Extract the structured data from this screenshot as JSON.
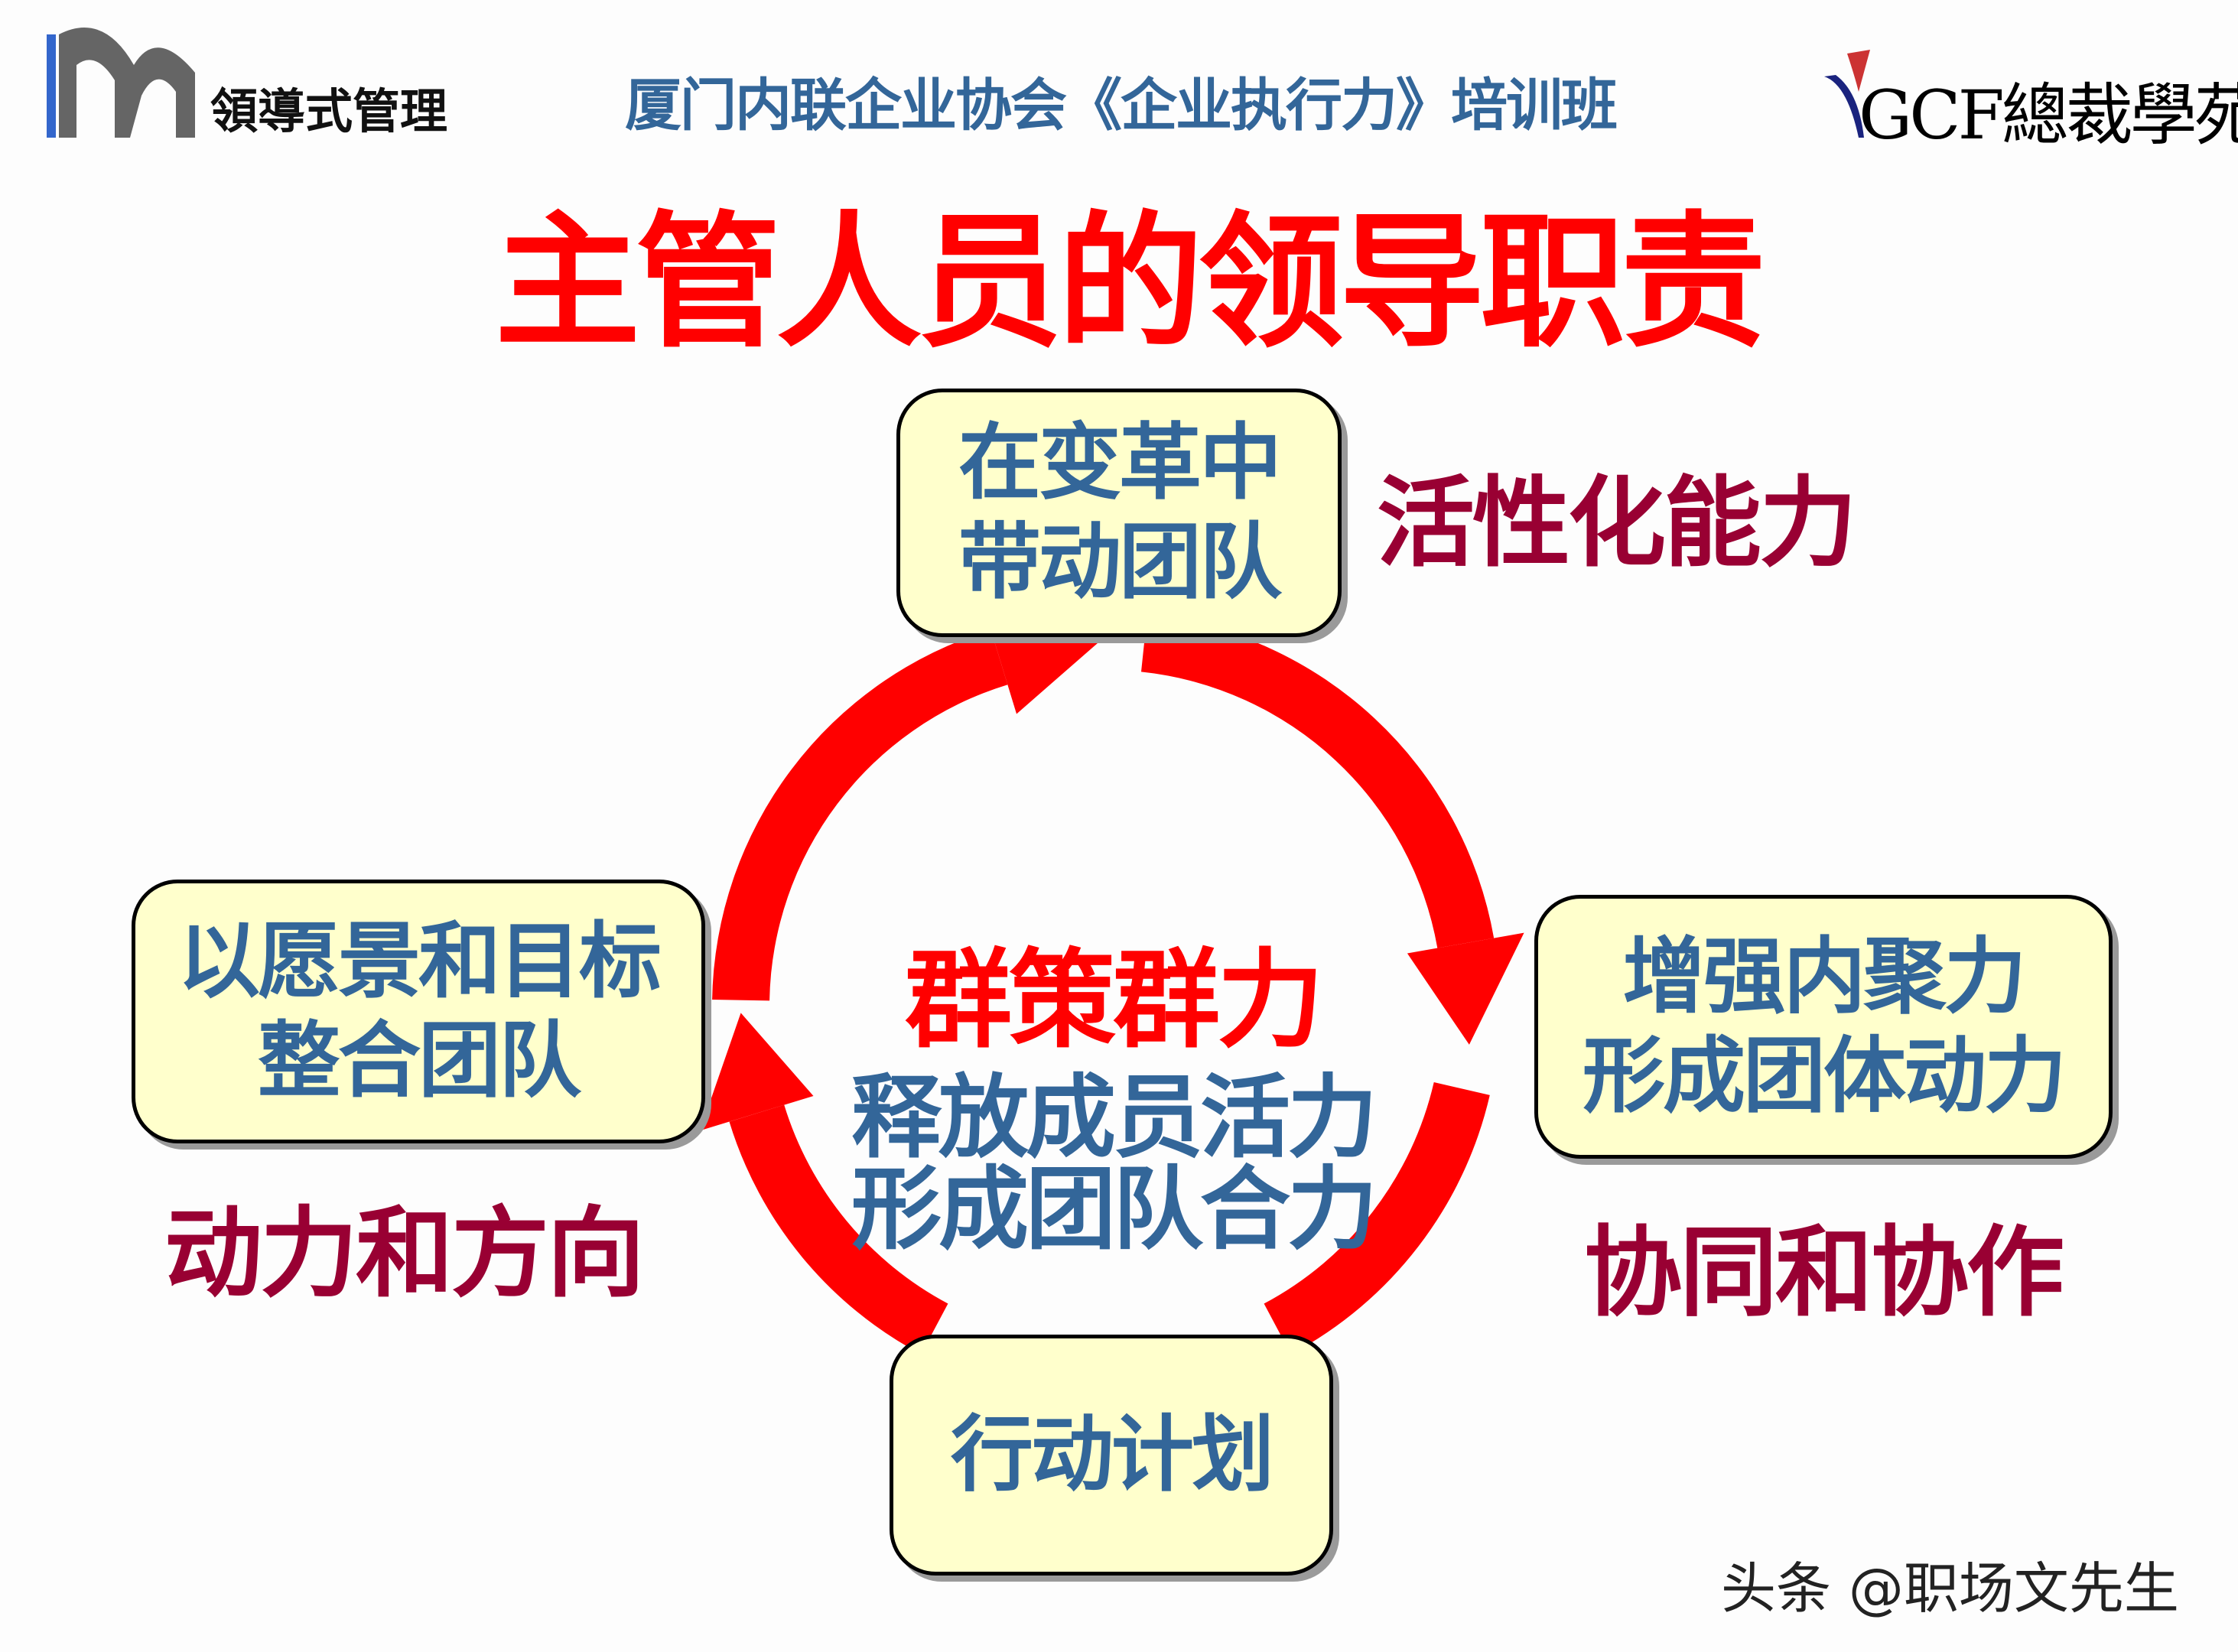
{
  "header": {
    "left_logo": {
      "text": "領導式管理",
      "colors": [
        "#3366cc",
        "#555555"
      ]
    },
    "title": "厦门内联企业协会《企业执行力》培训班",
    "right_logo": {
      "text": "GCF總裁學苑",
      "colors": [
        "#cc3333",
        "#1a237e",
        "#000000"
      ]
    }
  },
  "main_title": "主管人员的领导职责",
  "boxes": {
    "top": {
      "line1": "在变革中",
      "line2": "带动团队"
    },
    "left": {
      "line1": "以愿景和目标",
      "line2": "整合团队"
    },
    "right": {
      "line1": "增强内聚力",
      "line2": "形成团体动力"
    },
    "bottom": {
      "line1": "行动计划"
    }
  },
  "labels": {
    "top": "活性化能力",
    "left": "动力和方向",
    "right": "协同和协作"
  },
  "center": {
    "line1": "群策群力",
    "line2": "释放成员活力",
    "line3": "形成团队合力"
  },
  "watermark": "头条 @职场文先生",
  "colors": {
    "title_red": "#ff0000",
    "arrow_red": "#ff0000",
    "text_blue": "#336699",
    "label_maroon": "#990033",
    "box_fill": "#ffffcc"
  }
}
